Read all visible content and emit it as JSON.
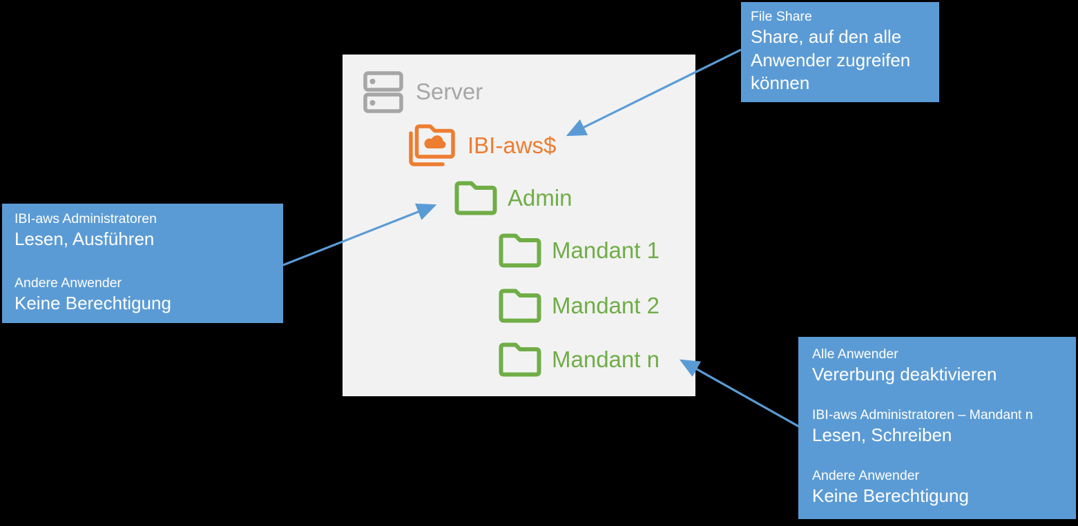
{
  "colors": {
    "background": "#000000",
    "panel_bg": "#f2f2f2",
    "callout_bg": "#5b9bd5",
    "callout_text": "#ffffff",
    "arrow": "#5b9bd5",
    "server_gray": "#a6a6a6",
    "share_orange": "#ed7d31",
    "folder_green": "#70ad47"
  },
  "panel": {
    "items": [
      {
        "label": "Server",
        "icon": "server-icon"
      },
      {
        "label": "IBI-aws$",
        "icon": "shared-folder-cloud-icon"
      },
      {
        "label": "Admin",
        "icon": "folder-icon"
      },
      {
        "label": "Mandant 1",
        "icon": "folder-icon"
      },
      {
        "label": "Mandant 2",
        "icon": "folder-icon"
      },
      {
        "label": "Mandant n",
        "icon": "folder-icon"
      }
    ]
  },
  "callouts": {
    "file_share": {
      "title": "File Share",
      "body": "Share, auf den alle Anwender zugreifen können"
    },
    "admin_permissions": {
      "groups": [
        {
          "label": "IBI-aws Administratoren",
          "value": "Lesen, Ausführen"
        },
        {
          "label": "Andere Anwender",
          "value": "Keine Berechtigung"
        }
      ]
    },
    "mandant_permissions": {
      "groups": [
        {
          "label": "Alle Anwender",
          "value": "Vererbung deaktivieren"
        },
        {
          "label": "IBI-aws Administratoren – Mandant n",
          "value": "Lesen, Schreiben"
        },
        {
          "label": "Andere Anwender",
          "value": "Keine Berechtigung"
        }
      ]
    }
  }
}
